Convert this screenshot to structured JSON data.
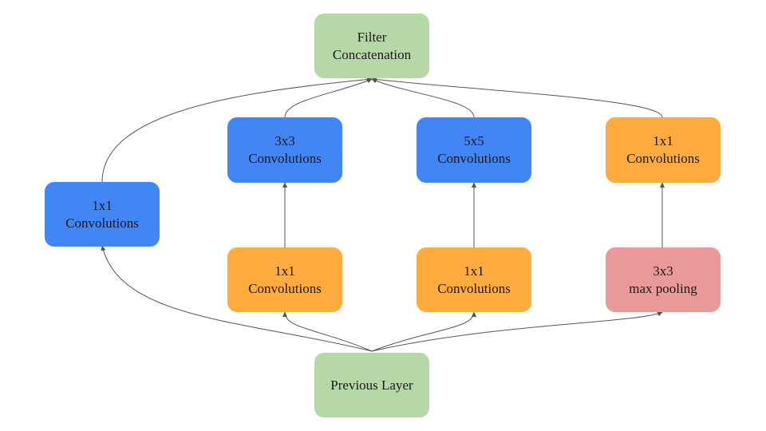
{
  "colors": {
    "green": "#b6d7a8",
    "blue": "#4285f4",
    "orange": "#ffab40",
    "pink": "#ea9999",
    "arrow": "#555555"
  },
  "nodes": {
    "filter_concat": {
      "line1": "Filter",
      "line2": "Concatenation"
    },
    "conv1x1_direct": {
      "line1": "1x1",
      "line2": "Convolutions"
    },
    "conv3x3": {
      "line1": "3x3",
      "line2": "Convolutions"
    },
    "conv5x5": {
      "line1": "5x5",
      "line2": "Convolutions"
    },
    "conv1x1_pool_proj": {
      "line1": "1x1",
      "line2": "Convolutions"
    },
    "conv1x1_reduce_3x3": {
      "line1": "1x1",
      "line2": "Convolutions"
    },
    "conv1x1_reduce_5x5": {
      "line1": "1x1",
      "line2": "Convolutions"
    },
    "maxpool3x3": {
      "line1": "3x3",
      "line2": "max pooling"
    },
    "previous_layer": {
      "line1": "Previous Layer"
    }
  }
}
